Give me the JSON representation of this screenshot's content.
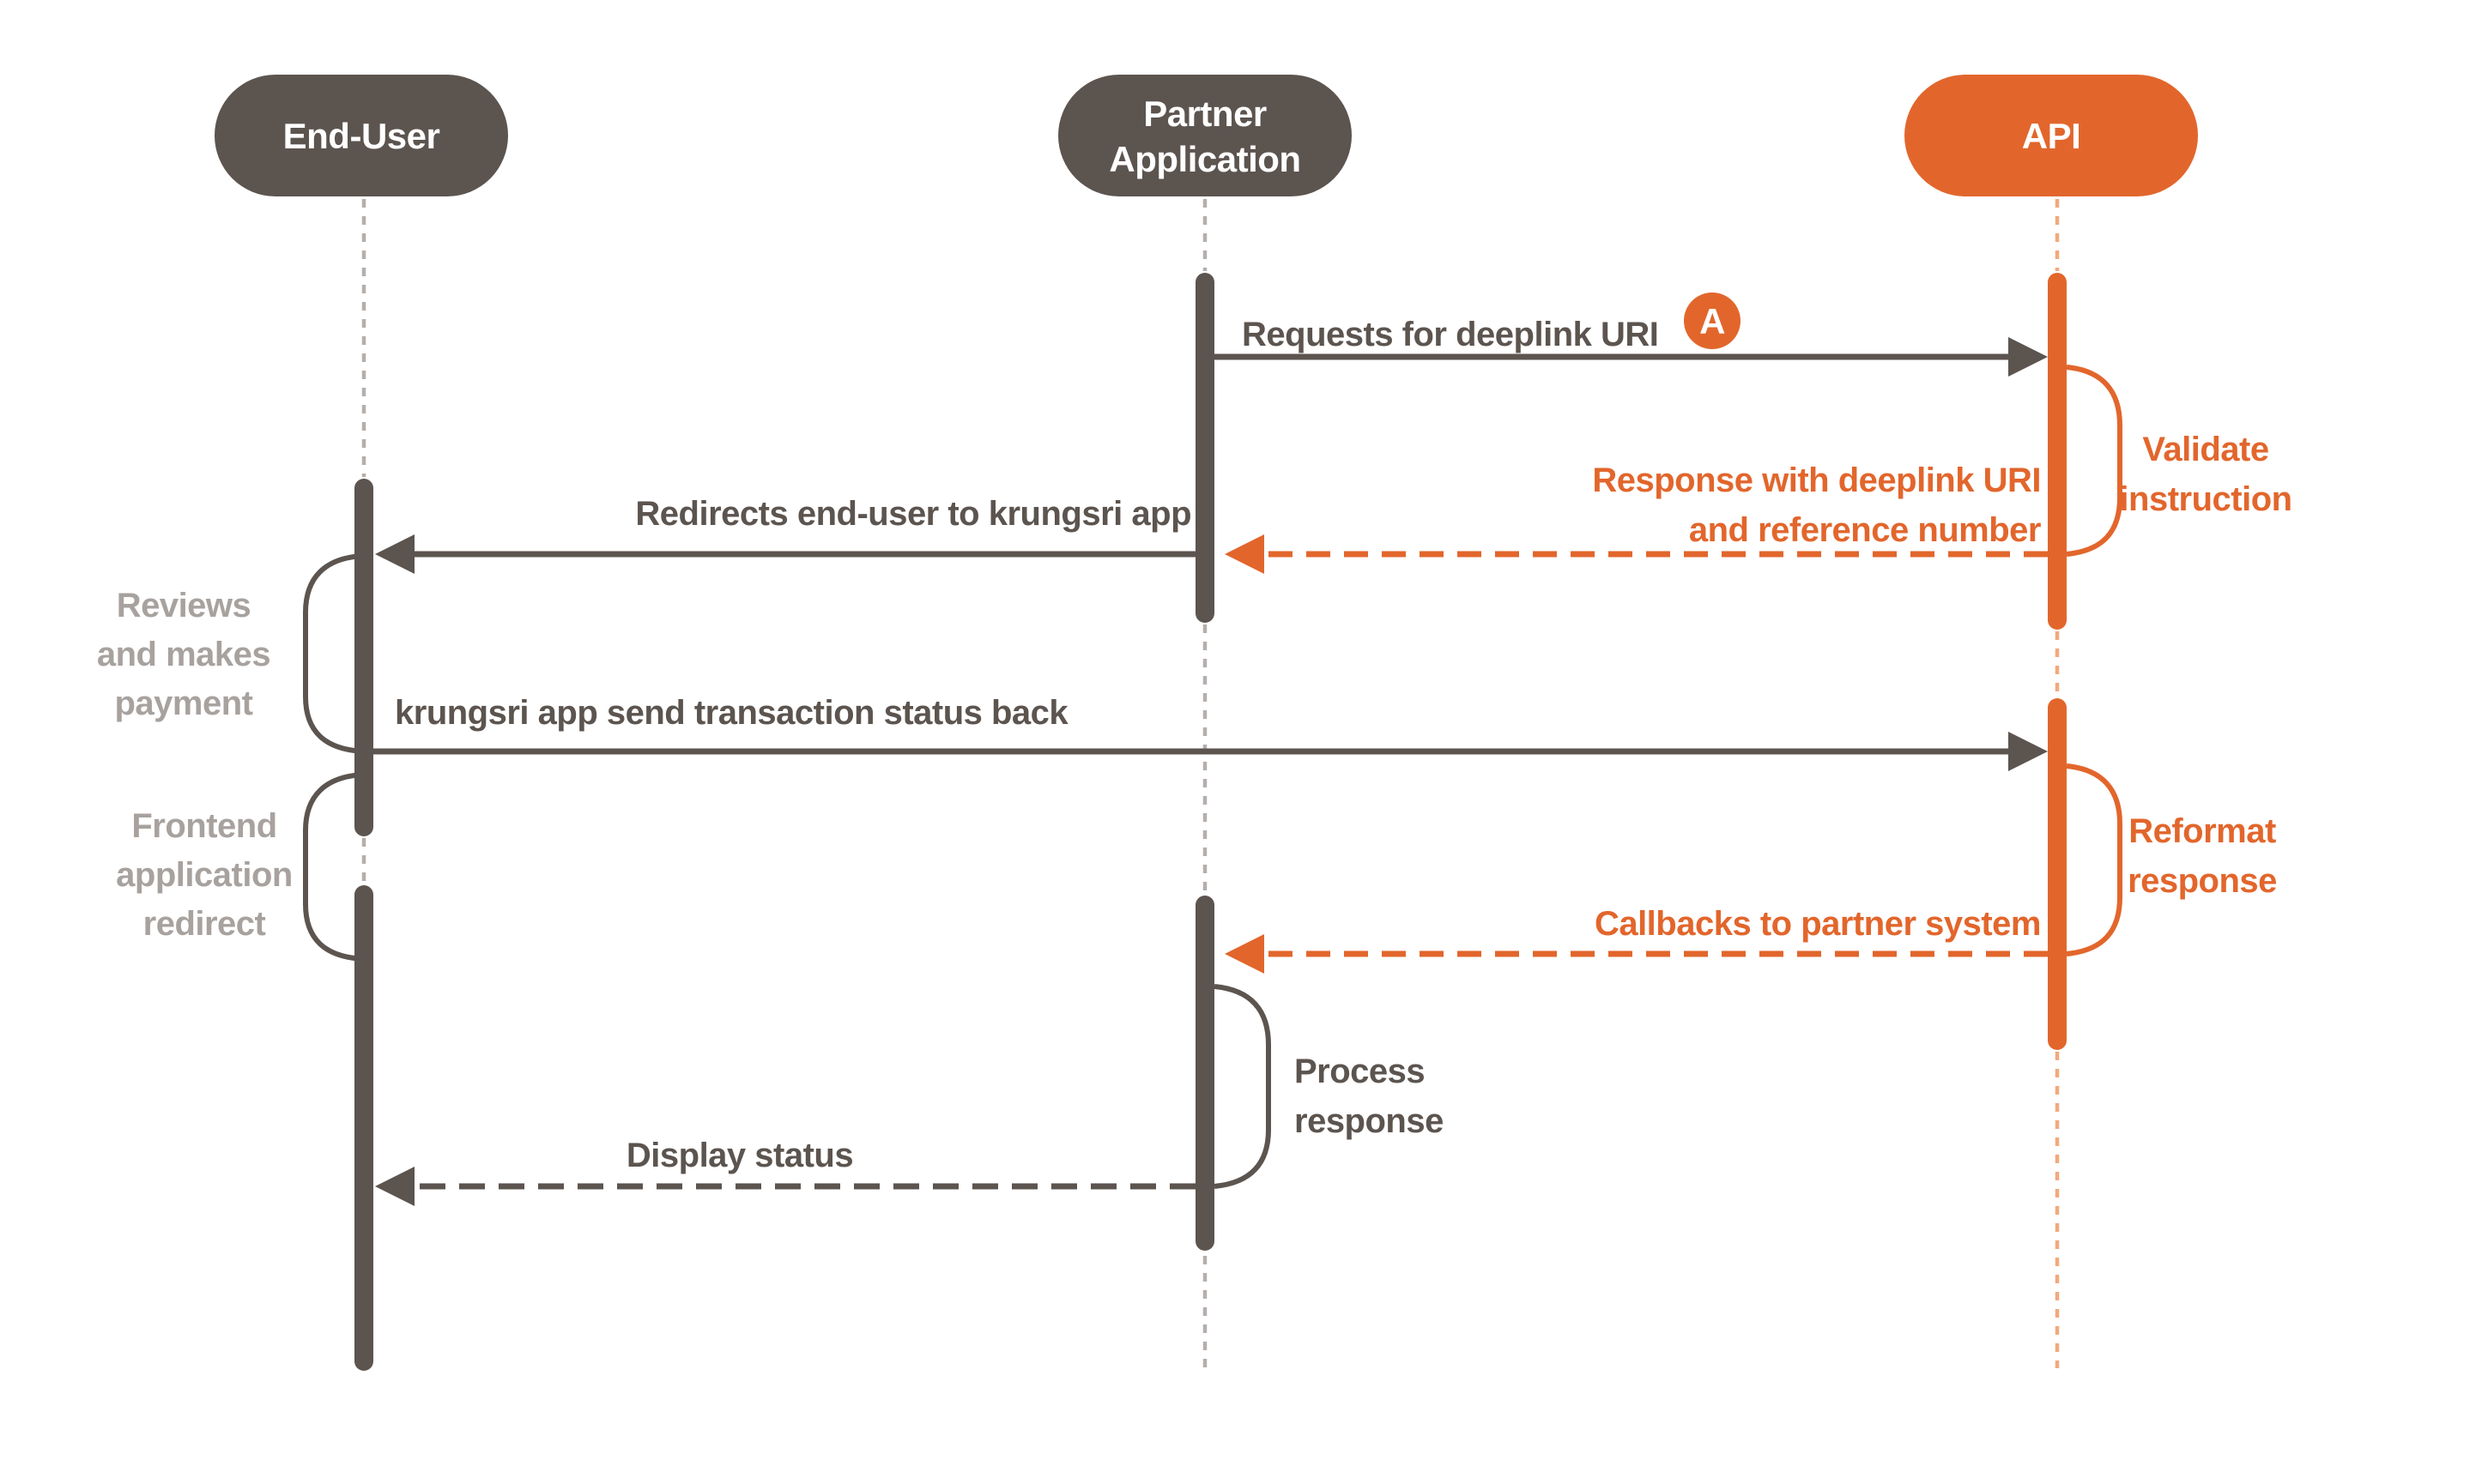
{
  "diagram": {
    "type": "sequence-diagram",
    "colors": {
      "dark": "#5C544F",
      "orange": "#E2662C",
      "gray_text": "#A8A29F",
      "lifeline_gray": "#B5AFAC",
      "lifeline_orange": "#F2A97E",
      "background": "#FFFFFF"
    },
    "actors": [
      {
        "id": "end-user",
        "name": "End-User",
        "lines": [
          "End-User"
        ],
        "color": "#5C544F"
      },
      {
        "id": "partner-application",
        "name": "Partner Application",
        "lines": [
          "Partner",
          "Application"
        ],
        "color": "#5C544F"
      },
      {
        "id": "api",
        "name": "API",
        "lines": [
          "API"
        ],
        "color": "#E2662C"
      }
    ],
    "badge": {
      "label": "A",
      "color": "#E2662C"
    },
    "messages": [
      {
        "from": "partner-application",
        "to": "api",
        "style": "solid",
        "color": "dark",
        "label": "Requests for deeplink URI",
        "badge": "A"
      },
      {
        "from": "api",
        "to": "partner-application",
        "style": "dashed",
        "color": "orange",
        "lines": [
          "Response with deeplink URI",
          "and reference number"
        ]
      },
      {
        "from": "partner-application",
        "to": "end-user",
        "style": "solid",
        "color": "dark",
        "label": "Redirects end-user to krungsri app"
      },
      {
        "from": "end-user",
        "to": "api",
        "style": "solid",
        "color": "dark",
        "label": "krungsri app send transaction status back"
      },
      {
        "from": "api",
        "to": "partner-application",
        "style": "dashed",
        "color": "orange",
        "label": "Callbacks to partner system"
      },
      {
        "from": "partner-application",
        "to": "end-user",
        "style": "dashed",
        "color": "dark",
        "label": "Display status"
      }
    ],
    "self_actions": [
      {
        "actor": "end-user",
        "side": "left",
        "color": "gray",
        "lines": [
          "Reviews",
          "and makes",
          "payment"
        ]
      },
      {
        "actor": "api",
        "side": "right",
        "color": "orange",
        "lines": [
          "Validate",
          "instruction"
        ]
      },
      {
        "actor": "end-user",
        "side": "left",
        "color": "gray",
        "lines": [
          "Frontend",
          "application",
          "redirect"
        ]
      },
      {
        "actor": "api",
        "side": "right",
        "color": "orange",
        "lines": [
          "Reformat",
          "response"
        ]
      },
      {
        "actor": "partner-application",
        "side": "right",
        "color": "dark",
        "lines": [
          "Process",
          "response"
        ]
      }
    ]
  }
}
